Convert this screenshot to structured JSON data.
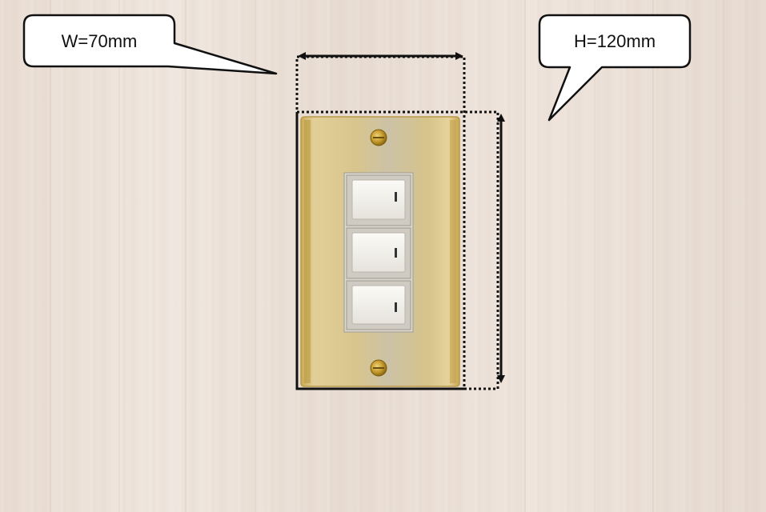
{
  "callouts": {
    "width": {
      "text": "W=70mm"
    },
    "height": {
      "text": "H=120mm"
    }
  },
  "switch_plate": {
    "material": "brass",
    "rocker_count": 3
  },
  "colors": {
    "wall": "#ede4dc",
    "brass": "#d7c28a",
    "rocker": "#f1efe9",
    "annotation": "#111111"
  }
}
